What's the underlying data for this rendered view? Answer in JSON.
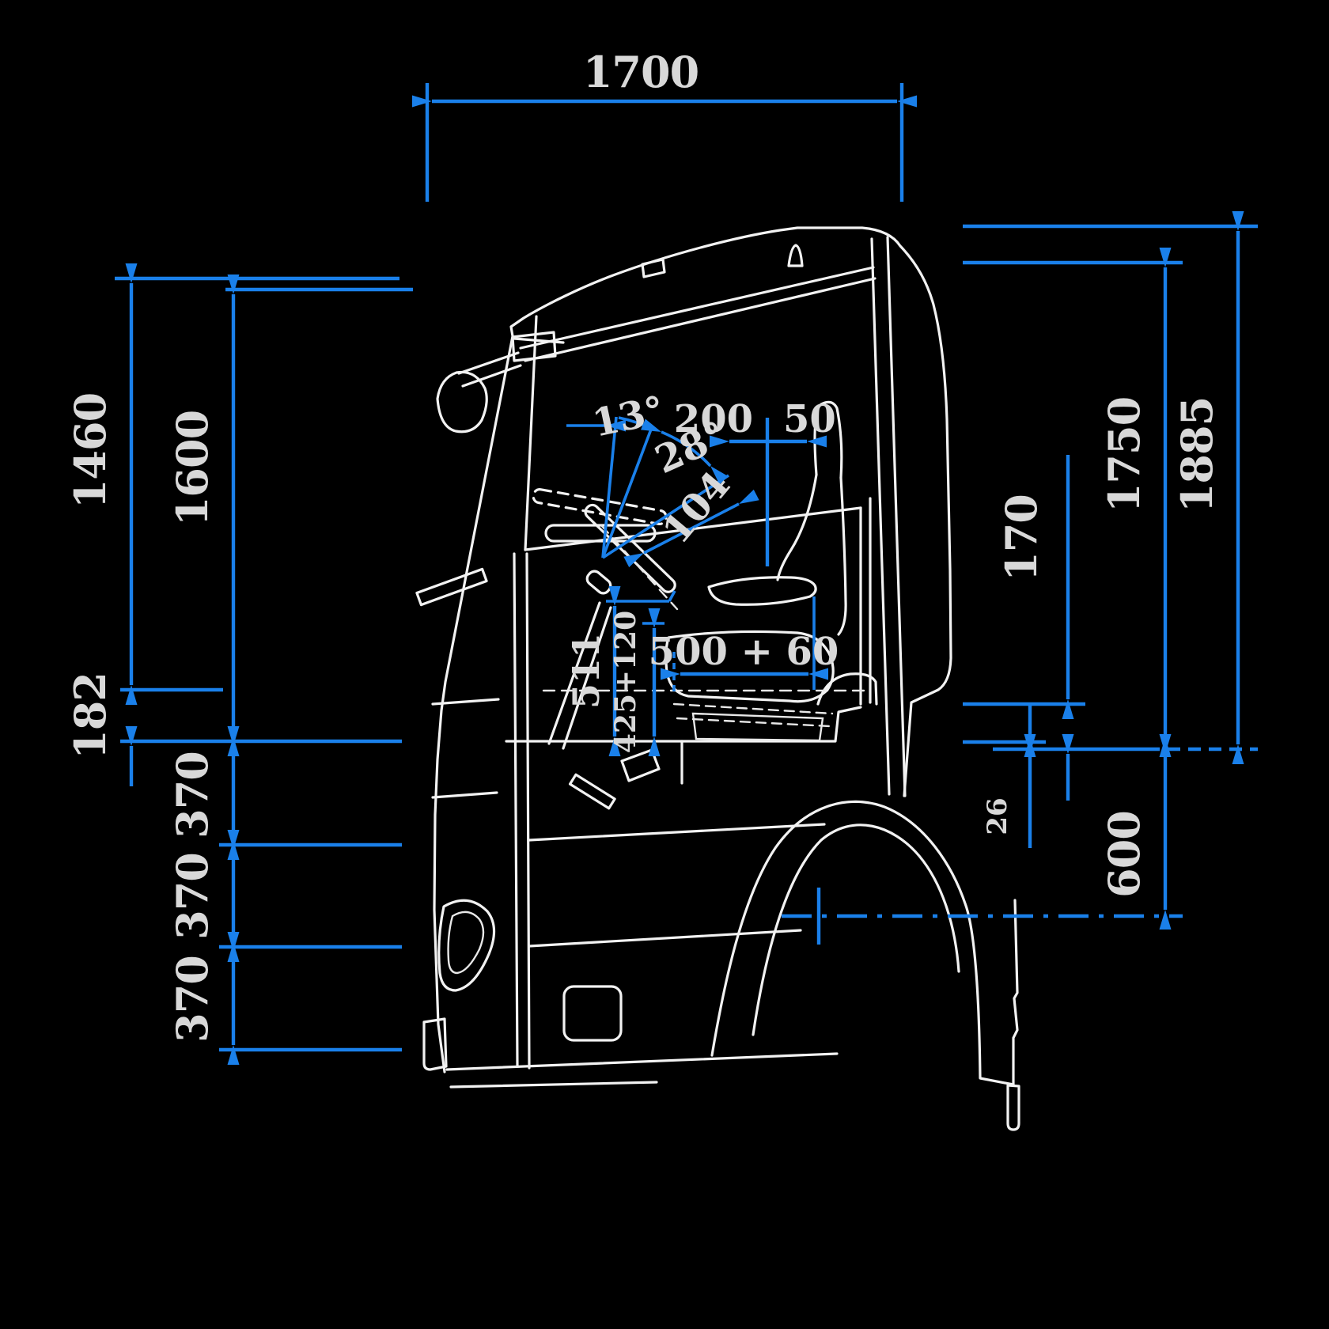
{
  "diagram": {
    "title": "Truck cab side-view engineering dimension drawing",
    "colors": {
      "background": "#000000",
      "dimension_blue": "#1a80ea",
      "artwork_white": "#f2f2f2",
      "label_gray": "#d8d8d8"
    },
    "dimensions": {
      "cab_length_top": "1700",
      "left_height_outer": "1460",
      "left_height_inner": "1600",
      "left_gap": "182",
      "left_step_1": "370",
      "left_step_2": "370",
      "left_step_3": "370",
      "right_height_total": "1885",
      "right_height_roof": "1750",
      "right_offset": "170",
      "right_gap_small": "26",
      "right_frame_to_axle": "600",
      "steering_tilt_small": "13°",
      "steering_tilt_large": "28°",
      "seat_travel_rear": "200",
      "seat_travel_front": "50",
      "steering_adjust": "104",
      "floor_height_a": "511",
      "seat_height_range": "425+120",
      "seat_cushion_travel": "500 + 60"
    }
  }
}
